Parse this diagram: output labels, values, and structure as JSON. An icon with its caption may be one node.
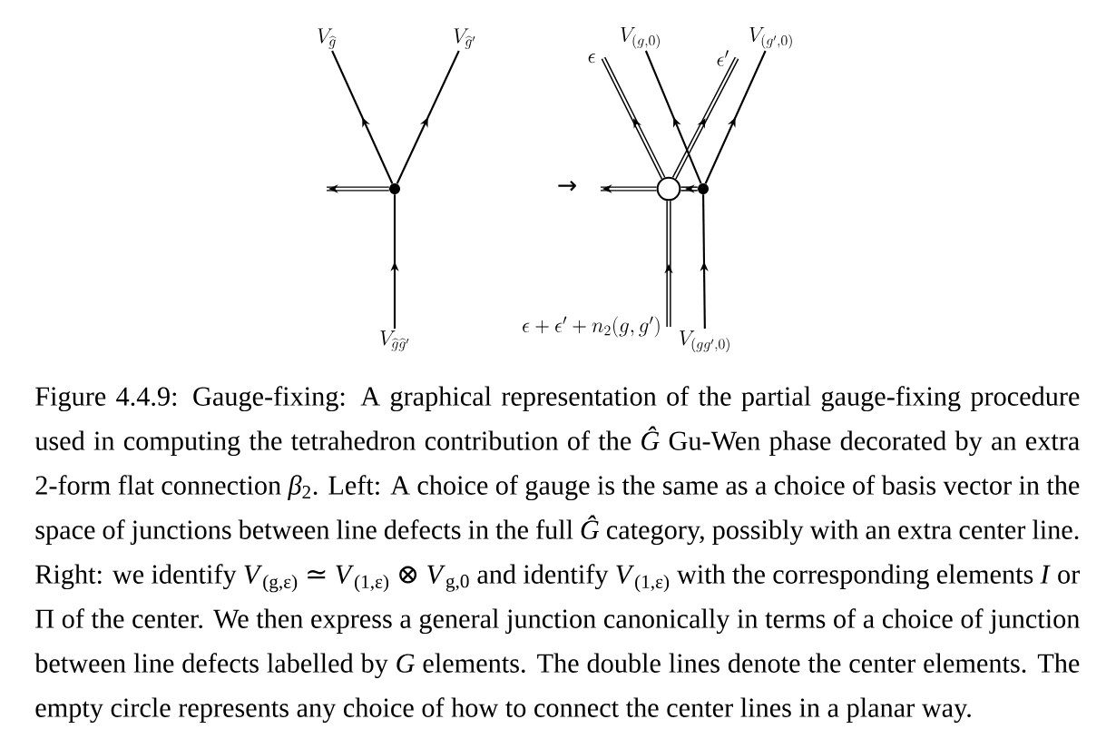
{
  "diagram": {
    "caption": "Figure 4.4.9: Gauge-fixing: A graphical representation of the partial gauge-fixing procedure used in computing the tetrahedron contribution of the *Ĝ* Gu-Wen phase decorated by an extra 2-form flat connection *β*$_{2}$. Left: A choice of gauge is the same as a choice of basis vector in the space of junctions between line defects in the full *Ĝ* category, possibly with an extra center line. Right: we identify *V*$_{(g,ε)}$ ≃ *V*$_{(1,ε)}$ ⊗ *V*$_{g,0}$ and identify *V*$_{(1,ε)}$ with the corresponding elements *I* or Π of the center. We then express a general junction canonically in terms of a choice of junction between line defects labelled by *G* elements. The double lines denote the center elements. The empty circle represents any choice of how to connect the center lines in a planar way.",
    "nodes": [
      {
        "text": [],
        "shape": "circle"
      },
      {
        "text": [
          "V_{\\widehat{g}}"
        ]
      },
      {
        "text": [
          "V_{\\widehat{g}'}"
        ]
      },
      {
        "text": [
          "V_{\\widehat{g}\\widehat{g}'}"
        ]
      },
      {
        "text": [],
        "shape": "circle"
      },
      {
        "text": [],
        "shape": "circle"
      },
      {
        "text": [
          "\\epsilon"
        ]
      },
      {
        "text": [
          "V_{(g,0)}"
        ]
      },
      {
        "text": [
          "\\epsilon'"
        ]
      },
      {
        "text": [
          "V_{(g',0)}"
        ]
      },
      {
        "text": [
          "\\epsilon+\\epsilon'+n_2(g,g')"
        ]
      },
      {
        "text": [
          "V_{(gg',0)}"
        ]
      }
    ],
    "edges": [
      {
        "from": 3,
        "to": 0,
        "arrow": "to"
      },
      {
        "from": 0,
        "to": 1,
        "arrow": "to"
      },
      {
        "from": 0,
        "to": 2,
        "arrow": "to"
      },
      {
        "from": 0,
        "to": null,
        "arrow": "to",
        "style": "thick"
      },
      {
        "from": 10,
        "to": 4,
        "arrow": "to",
        "style": "thick"
      },
      {
        "from": 4,
        "to": null,
        "arrow": "to",
        "style": "thick"
      },
      {
        "from": 4,
        "to": 6,
        "arrow": "to",
        "style": "thick"
      },
      {
        "from": 4,
        "to": 8,
        "arrow": "to",
        "style": "thick"
      },
      {
        "from": 5,
        "to": 4,
        "arrow": "to",
        "style": "thick"
      },
      {
        "from": 11,
        "to": 5,
        "arrow": "to"
      },
      {
        "from": 5,
        "to": 7,
        "arrow": "to"
      },
      {
        "from": 5,
        "to": 9,
        "arrow": "to"
      }
    ],
    "labels": [
      "→"
    ]
  }
}
